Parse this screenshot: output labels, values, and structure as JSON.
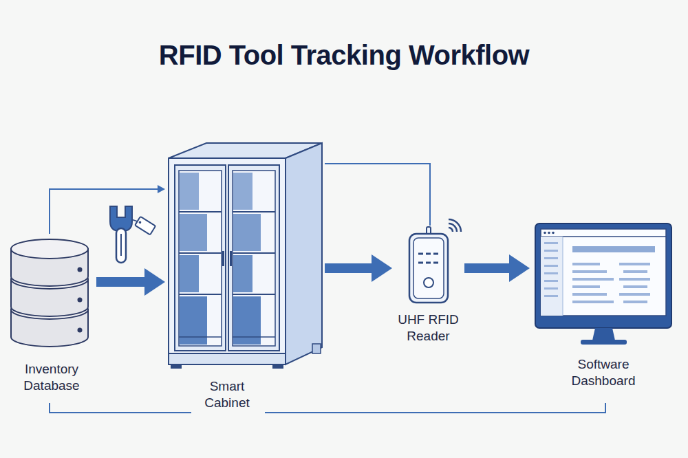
{
  "diagram": {
    "title": "RFID Tool Tracking Workflow",
    "nodes": [
      {
        "text": [
          "Inventory Database"
        ]
      },
      {
        "text": [
          "Smart Cabinet"
        ]
      },
      {
        "text": [
          "UHF RFID Reader"
        ]
      },
      {
        "text": [
          "Software Dashboard"
        ]
      }
    ],
    "edges": [
      {
        "from": 0,
        "to": 1,
        "arrow": "to"
      },
      {
        "from": 0,
        "to": 1,
        "arrow": "to"
      },
      {
        "from": 1,
        "to": 2,
        "arrow": "to"
      },
      {
        "from": 1,
        "to": 2,
        "arrow": "none"
      },
      {
        "from": 2,
        "to": 3,
        "arrow": "to"
      }
    ]
  }
}
